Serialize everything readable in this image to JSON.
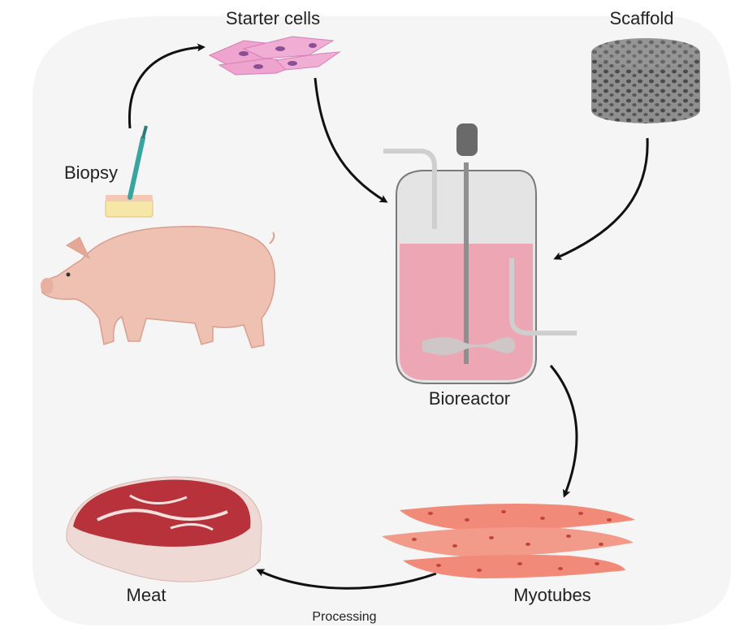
{
  "labels": {
    "starter_cells": "Starter cells",
    "scaffold": "Scaffold",
    "biopsy": "Biopsy",
    "bioreactor": "Bioreactor",
    "myotubes": "Myotubes",
    "meat": "Meat",
    "processing": "Processing"
  },
  "colors": {
    "background": "#f4f4f4",
    "pig": "#efc1b2",
    "pig_shade": "#d99f8e",
    "cells": "#eea4cf",
    "cell_nucleus": "#8a4f96",
    "scaffold": "#8a8a8a",
    "scaffold_dark": "#4a4a4a",
    "medium": "#eda6b3",
    "vessel_outline": "#7a7a7a",
    "impeller": "#cfc6c8",
    "myotubes": "#f18a78",
    "myotube_nucleus": "#c2443b",
    "meat_red": "#b8323b",
    "meat_fat": "#f6e1de",
    "arrow": "#111111"
  },
  "icons": [
    "pig-icon",
    "biopsy-needle-icon",
    "starter-cells-icon",
    "scaffold-icon",
    "bioreactor-icon",
    "myotubes-icon",
    "meat-icon"
  ]
}
